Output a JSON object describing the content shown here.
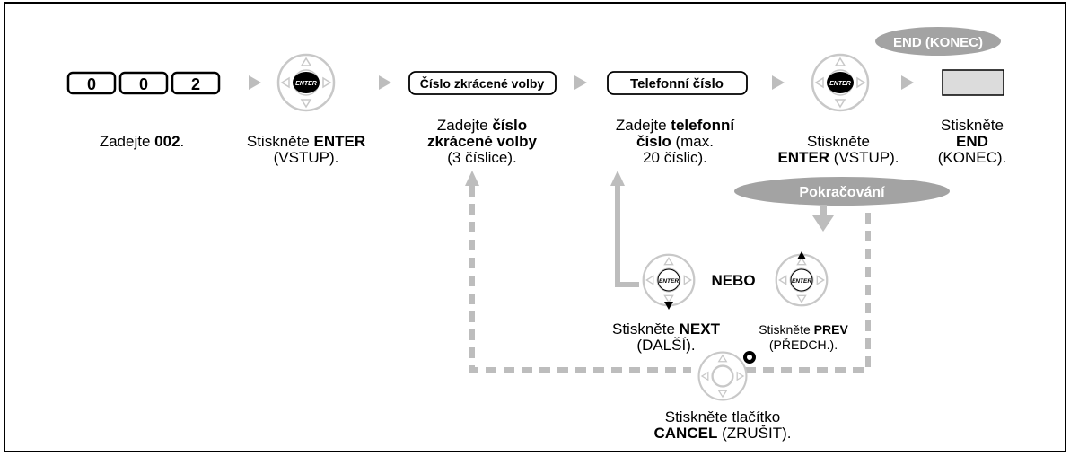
{
  "end_badge": "END (KONEC)",
  "keys": [
    "0",
    "0",
    "2"
  ],
  "enter_key_label": "ENTER",
  "input_boxes": {
    "speed_dial": "Číslo zkrácené volby",
    "phone_number": "Telefonní číslo"
  },
  "continuation": "Pokračování",
  "or_label": "NEBO",
  "steps": {
    "enter_code": {
      "pre": "Zadejte ",
      "bold": "002",
      "post": "."
    },
    "press_enter": {
      "line1_pre": "Stiskněte ",
      "line1_bold": "ENTER",
      "line2": "(VSTUP)."
    },
    "speed_dial": {
      "line1_pre": "Zadejte ",
      "line1_bold": "číslo",
      "line2_bold": "zkrácené volby",
      "line3": "(3 číslice)."
    },
    "phone_number": {
      "line1_pre": "Zadejte ",
      "line1_bold": "telefonní",
      "line2_bold": "číslo",
      "line2_post": " (max.",
      "line3": "20 číslic)."
    },
    "press_enter2": {
      "line1": "Stiskněte",
      "line2_bold": "ENTER",
      "line2_post": " (VSTUP)."
    },
    "press_end": {
      "line1": "Stiskněte",
      "line2_bold": "END",
      "line3": "(KONEC)."
    },
    "press_next": {
      "line1_pre": "Stiskněte ",
      "line1_bold": "NEXT",
      "line2": "(DALŠÍ)."
    },
    "press_prev": {
      "line1_pre": "Stiskněte ",
      "line1_bold": "PREV",
      "line2": "(PŘEDCH.)."
    },
    "press_cancel": {
      "line1": "Stiskněte tlačítko",
      "line2_bold": "CANCEL",
      "line2_post": " (ZRUŠIT)."
    }
  },
  "colors": {
    "border": "#000000",
    "pad_gray": "#c8c8c8",
    "badge_gray": "#a3a3a3",
    "dashed_line": "#bdbdbd",
    "end_button_fill": "#dcdcdc"
  }
}
